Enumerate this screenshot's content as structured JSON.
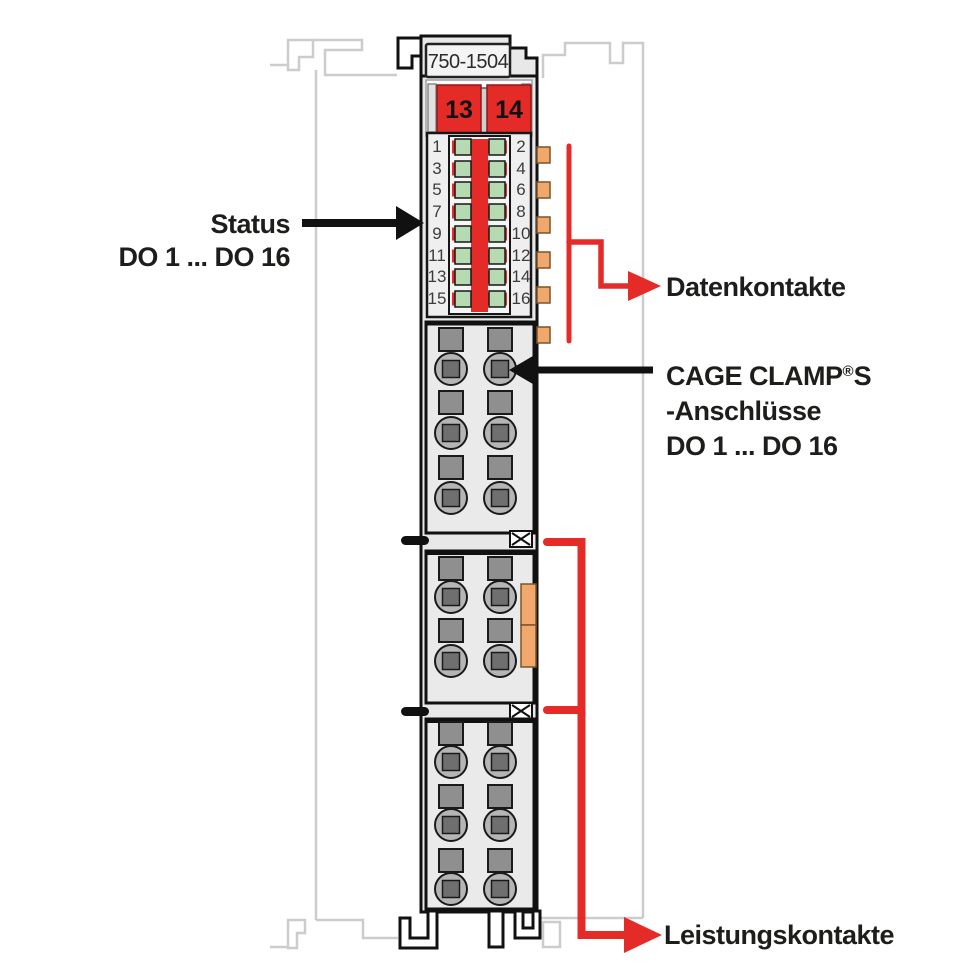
{
  "module": {
    "marking": "750-1504",
    "power_jumper_contacts": [
      "13",
      "14"
    ],
    "led_numbers_left": [
      "1",
      "3",
      "5",
      "7",
      "9",
      "11",
      "13",
      "15"
    ],
    "led_numbers_right": [
      "2",
      "4",
      "6",
      "8",
      "10",
      "12",
      "14",
      "16"
    ],
    "led_count": 16
  },
  "annotations": {
    "status": {
      "line1": "Status",
      "line2": "DO 1 ... DO 16"
    },
    "data_contacts": {
      "label": "Datenkontakte"
    },
    "cage_clamp": {
      "line1_name": "CAGE CLAMP",
      "line1_reg": "®",
      "line1_suffix": "S",
      "line2": "-Anschlüsse",
      "line3": "DO 1 ... DO 16"
    },
    "power_contacts": {
      "label": "Leistungskontakte"
    }
  },
  "colors": {
    "arrow_red": "#e42b28",
    "contact_orange": "#f1a86d",
    "led_green": "#b6dab2",
    "module_body_gray": "#e8e8e8",
    "ghost_outline_gray": "#cccccc",
    "text_black": "#1d1d1b"
  }
}
